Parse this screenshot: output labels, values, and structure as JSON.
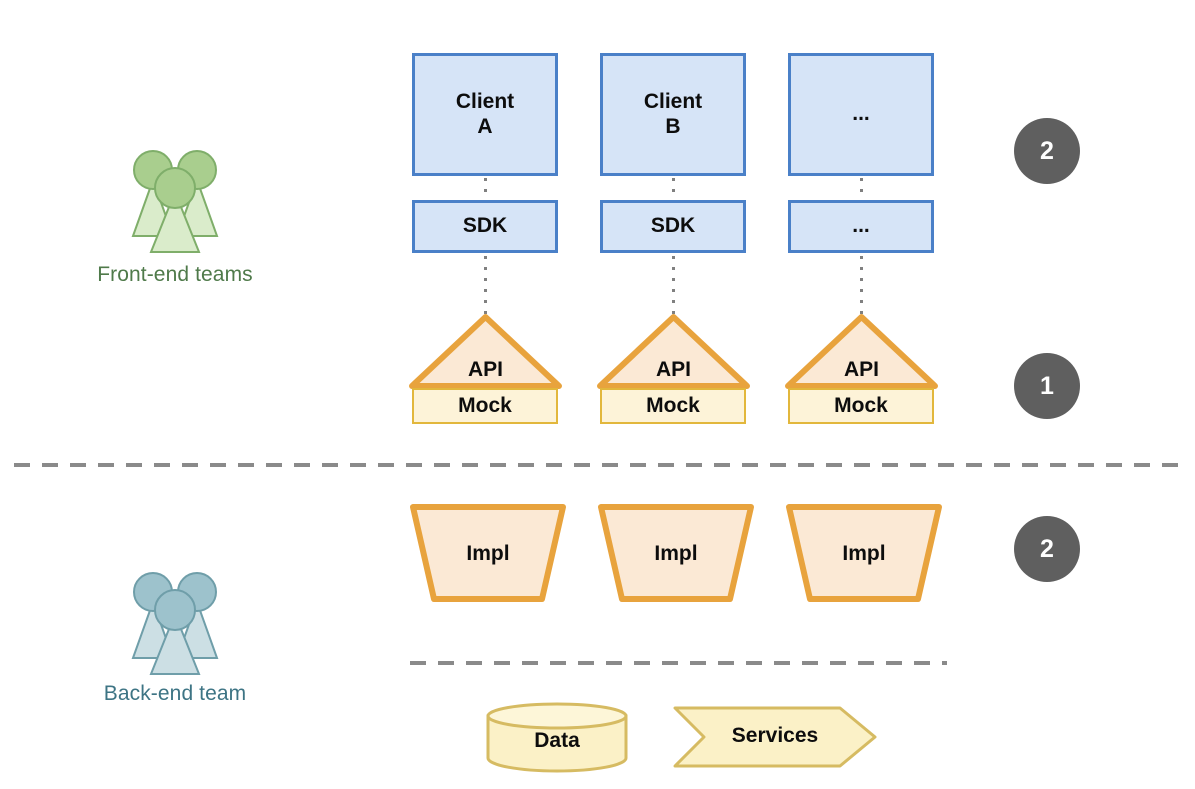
{
  "diagram": {
    "title": "Front-end / Back-end API contract layering diagram",
    "colors": {
      "client_fill": "#d6e4f7",
      "client_border": "#4a80c8",
      "api_fill": "#fbe9d5",
      "api_border": "#e8a33d",
      "mock_fill": "#fdf3d8",
      "mock_border": "#e2b73c",
      "impl_fill": "#fbe9d5",
      "impl_border": "#e8a33d",
      "data_fill": "#fbf1c7",
      "data_border": "#d6bb62",
      "badge_fill": "#5f5f5f",
      "badge_text": "#ffffff",
      "frontend_label": "#4f7a4a",
      "backend_label": "#3d7484",
      "frontend_icon": "#a9ce8e",
      "backend_icon": "#9dc2cc",
      "separator": "#8a8a8a"
    }
  },
  "teams": {
    "frontend": {
      "label": "Front-end teams",
      "icon": "people-group-icon"
    },
    "backend": {
      "label": "Back-end team",
      "icon": "people-group-icon"
    }
  },
  "columns": [
    {
      "client": "Client\nA",
      "client_line1": "Client",
      "client_line2": "A",
      "sdk": "SDK",
      "api": "API",
      "mock": "Mock",
      "impl": "Impl"
    },
    {
      "client": "Client\nB",
      "client_line1": "Client",
      "client_line2": "B",
      "sdk": "SDK",
      "api": "API",
      "mock": "Mock",
      "impl": "Impl"
    },
    {
      "client": "...",
      "client_line1": "...",
      "client_line2": "",
      "sdk": "...",
      "api": "API",
      "mock": "Mock",
      "impl": "Impl"
    }
  ],
  "badges": [
    {
      "value": "2",
      "name": "badge-clients-sdk"
    },
    {
      "value": "1",
      "name": "badge-api-mock"
    },
    {
      "value": "2",
      "name": "badge-impl"
    }
  ],
  "backend_shapes": [
    {
      "label": "Data",
      "shape": "cylinder"
    },
    {
      "label": "Services",
      "shape": "chevron"
    }
  ]
}
